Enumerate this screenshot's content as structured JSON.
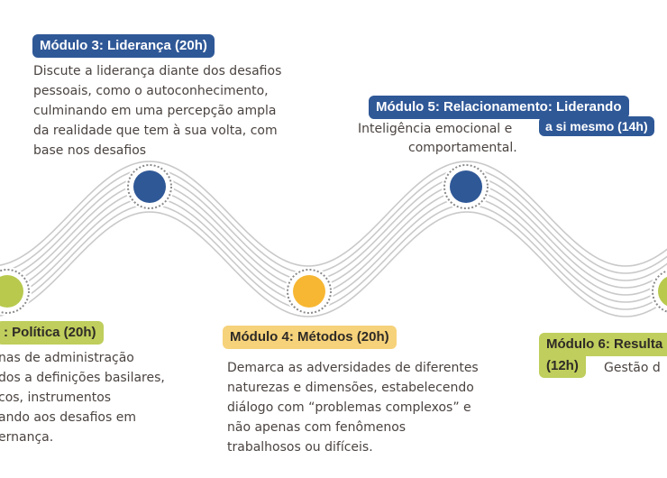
{
  "colors": {
    "blue": "#2f5897",
    "yellow": "#f7b733",
    "green": "#b8c94e",
    "wave": "#c9c9c9"
  },
  "modules": [
    {
      "id": "m2",
      "title": ": Política (20h)",
      "lines": [
        "nas de administração",
        "dos a definições basilares,",
        "cos, instrumentos",
        "ando aos desafios em",
        "ernança."
      ]
    },
    {
      "id": "m3",
      "title": "Módulo 3: Liderança (20h)",
      "lines": [
        "Discute a liderança diante dos desafios",
        "pessoais, como o autoconhecimento,",
        "culminando em uma percepção ampla",
        "da realidade que tem à sua volta, com",
        "base nos desafios"
      ]
    },
    {
      "id": "m4",
      "title": "Módulo 4: Métodos (20h)",
      "lines": [
        "Demarca as adversidades de diferentes",
        "naturezas e dimensões, estabelecendo",
        "diálogo com “problemas complexos” e",
        "não apenas com fenômenos",
        "trabalhosos ou difíceis."
      ]
    },
    {
      "id": "m5",
      "title_line1": "Módulo 5: Relacionamento: Liderando",
      "title_line2": "a si mesmo (14h)",
      "lines": [
        "Inteligência emocional e",
        "comportamental."
      ]
    },
    {
      "id": "m6",
      "title_line1": "Módulo 6: Resulta",
      "title_line2": "(12h)",
      "lines": [
        "Gestão d"
      ]
    }
  ]
}
